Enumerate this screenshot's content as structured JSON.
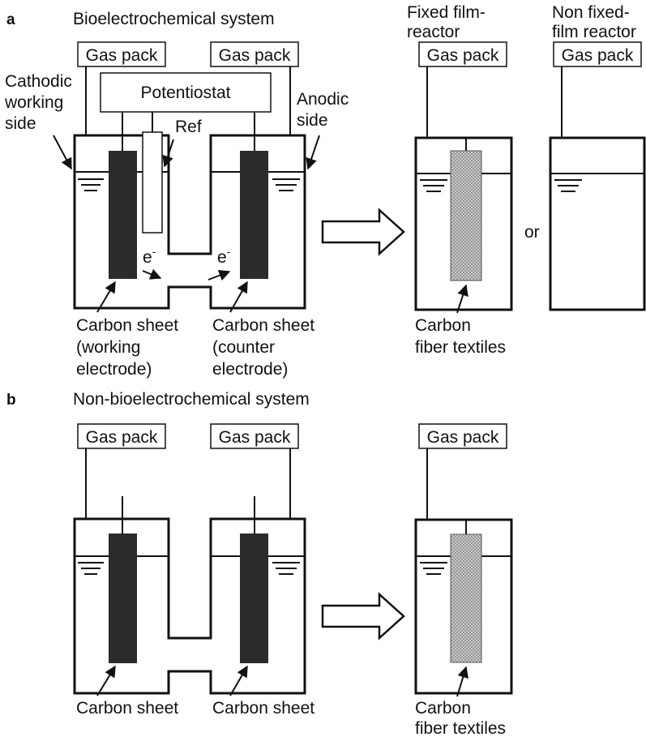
{
  "panels": {
    "a": {
      "letter": "a",
      "title": "Bioelectrochemical system",
      "gas_pack": "Gas pack",
      "potentiostat": "Potentiostat",
      "ref": "Ref",
      "electron": "e",
      "electron_sup": "-",
      "cathodic_label": [
        "Cathodic",
        "working",
        "side"
      ],
      "anodic_label": [
        "Anodic",
        "side"
      ],
      "working_electrode_label": [
        "Carbon sheet",
        "(working",
        "electrode)"
      ],
      "counter_electrode_label": [
        "Carbon sheet",
        "(counter",
        "electrode)"
      ],
      "fixed_film_title": [
        "Fixed film-",
        "reactor"
      ],
      "non_fixed_film_title": [
        "Non fixed-",
        "film reactor"
      ],
      "carbon_fiber_label": [
        "Carbon",
        "fiber textiles"
      ],
      "or": "or"
    },
    "b": {
      "letter": "b",
      "title": "Non-bioelectrochemical system",
      "gas_pack": "Gas pack",
      "carbon_sheet": "Carbon sheet",
      "carbon_fiber_label": [
        "Carbon",
        "fiber textiles"
      ]
    }
  },
  "colors": {
    "electrode_fill": "#2b2b2b",
    "textile_fill": "#bdbdbd",
    "stroke": "#111111"
  }
}
